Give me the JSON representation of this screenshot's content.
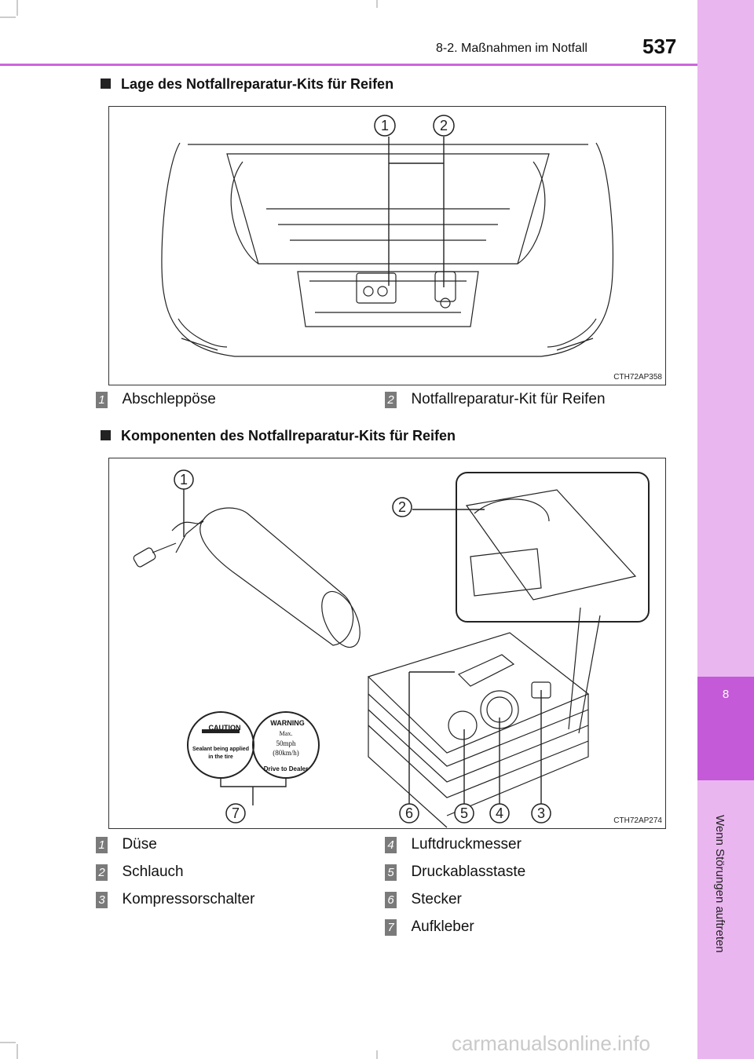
{
  "header": {
    "section": "8-2. Maßnahmen im Notfall",
    "page_number": "537"
  },
  "sidebar": {
    "chapter_number": "8",
    "chapter_title": "Wenn Störungen auftreten"
  },
  "sections": [
    {
      "heading": "Lage des Notfallreparatur-Kits für Reifen",
      "figure_code": "CTH72AP358",
      "callouts": [
        "1",
        "2"
      ],
      "legend": [
        {
          "num": "1",
          "text": "Abschleppöse"
        },
        {
          "num": "2",
          "text": "Notfallreparatur-Kit für Reifen"
        }
      ]
    },
    {
      "heading": "Komponenten des Notfallreparatur-Kits für Reifen",
      "figure_code": "CTH72AP274",
      "callouts": [
        "1",
        "2",
        "3",
        "4",
        "5",
        "6",
        "7"
      ],
      "stickers": {
        "caution_title": "CAUTION",
        "caution_text_1": "Sealant being applied",
        "caution_text_2": "in the tire",
        "warning_title": "WARNING",
        "warning_max": "Max.",
        "warning_speed_1": "50mph",
        "warning_speed_2": "(80km/h)",
        "warning_bottom": "Drive to Dealer"
      },
      "legend_left": [
        {
          "num": "1",
          "text": "Düse"
        },
        {
          "num": "2",
          "text": "Schlauch"
        },
        {
          "num": "3",
          "text": "Kompressorschalter"
        }
      ],
      "legend_right": [
        {
          "num": "4",
          "text": "Luftdruckmesser"
        },
        {
          "num": "5",
          "text": "Druckablasstaste"
        },
        {
          "num": "6",
          "text": "Stecker"
        },
        {
          "num": "7",
          "text": "Aufkleber"
        }
      ]
    }
  ],
  "watermark": "carmanualsonline.info"
}
